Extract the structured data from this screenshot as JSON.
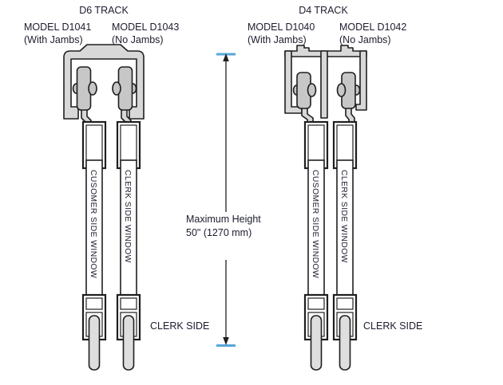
{
  "left_group": {
    "title": "D6 TRACK",
    "models": [
      {
        "name": "MODEL D1041",
        "note": "(With Jambs)"
      },
      {
        "name": "MODEL D1043",
        "note": "(No Jambs)"
      }
    ],
    "customer_window_label": "CUSOMER SIDE WINDOW",
    "clerk_window_label": "CLERK SIDE WINDOW",
    "clerk_side_label": "CLERK SIDE"
  },
  "right_group": {
    "title": "D4 TRACK",
    "models": [
      {
        "name": "MODEL D1040",
        "note": "(With Jambs)"
      },
      {
        "name": "MODEL D1042",
        "note": "(No Jambs)"
      }
    ],
    "customer_window_label": "CUSOMER SIDE WINDOW",
    "clerk_window_label": "CLERK SIDE WINDOW",
    "clerk_side_label": "CLERK SIDE"
  },
  "dimension": {
    "label_line1": "Maximum Height",
    "label_line2": "50\" (1270 mm)"
  },
  "colors": {
    "line": "#1f1f1f",
    "metal_fill": "#d8d8d8",
    "roller_fill": "#c7c7c7",
    "rod_fill": "#dedede",
    "tick_blue": "#57a7d9",
    "text": "#1c1c2e",
    "background": "#ffffff"
  }
}
